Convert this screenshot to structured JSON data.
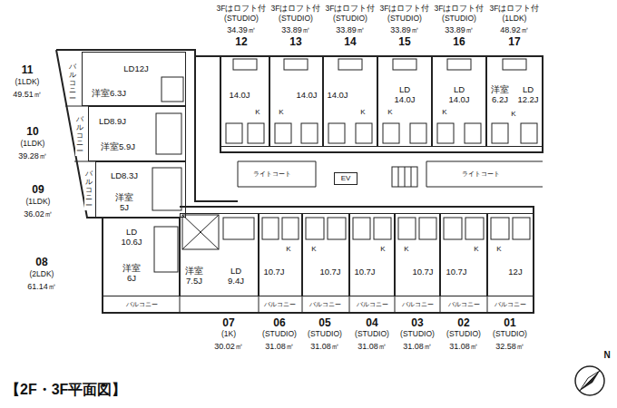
{
  "diagram": {
    "title": "【2F・3F平面図】",
    "nodes": [
      {
        "text": [
          "3Fはロフト付",
          "(STUDIO)",
          "34.39㎡",
          "12",
          "14.0J",
          "K"
        ]
      },
      {
        "text": [
          "3Fはロフト付",
          "(STUDIO)",
          "33.89㎡",
          "13",
          "14.0J",
          "K"
        ]
      },
      {
        "text": [
          "3Fはロフト付",
          "(STUDIO)",
          "33.89㎡",
          "14",
          "14.0J",
          "K"
        ]
      },
      {
        "text": [
          "3Fはロフト付",
          "(STUDIO)",
          "33.89㎡",
          "15",
          "LD 14.0J",
          "K"
        ]
      },
      {
        "text": [
          "3Fはロフト付",
          "(STUDIO)",
          "33.89㎡",
          "16",
          "LD 14.0J",
          "K"
        ]
      },
      {
        "text": [
          "3Fはロフト付",
          "(1LDK)",
          "48.92㎡",
          "17",
          "洋室 6.2J",
          "LD 12.2J",
          "K"
        ]
      },
      {
        "text": [
          "11",
          "(1LDK)",
          "49.51㎡",
          "LD12J",
          "洋室6.3J"
        ]
      },
      {
        "text": [
          "10",
          "(1LDK)",
          "39.28㎡",
          "LD8.9J",
          "洋室5.9J"
        ]
      },
      {
        "text": [
          "09",
          "(1LDK)",
          "36.02㎡",
          "LD8.3J",
          "洋室 5J"
        ]
      },
      {
        "text": [
          "08",
          "(2LDK)",
          "61.14㎡",
          "LD 10.6J",
          "洋室 6J"
        ]
      },
      {
        "text": [
          "07",
          "(1K)",
          "30.02㎡",
          "洋室 7.5J",
          "LD 9.4J"
        ]
      },
      {
        "text": [
          "06",
          "(STUDIO)",
          "31.08㎡",
          "10.7J",
          "K"
        ]
      },
      {
        "text": [
          "05",
          "(STUDIO)",
          "31.08㎡",
          "10.7J",
          "K"
        ]
      },
      {
        "text": [
          "04",
          "(STUDIO)",
          "31.08㎡",
          "10.7J",
          "K"
        ]
      },
      {
        "text": [
          "03",
          "(STUDIO)",
          "31.08㎡",
          "10.7J",
          "K"
        ]
      },
      {
        "text": [
          "02",
          "(STUDIO)",
          "31.08㎡",
          "10.7J",
          "K"
        ]
      },
      {
        "text": [
          "01",
          "(STUDIO)",
          "32.58㎡",
          "12J",
          "K"
        ]
      },
      {
        "text": [
          "EV"
        ]
      }
    ],
    "labels": [
      "ライトコート",
      "ライトコート",
      "バルコニー",
      "バルコニー",
      "バルコニー",
      "バルコニー",
      "バルコニー",
      "バルコニー",
      "バルコニー",
      "バルコニー",
      "バルコニー",
      "バルコニー",
      "N"
    ]
  }
}
